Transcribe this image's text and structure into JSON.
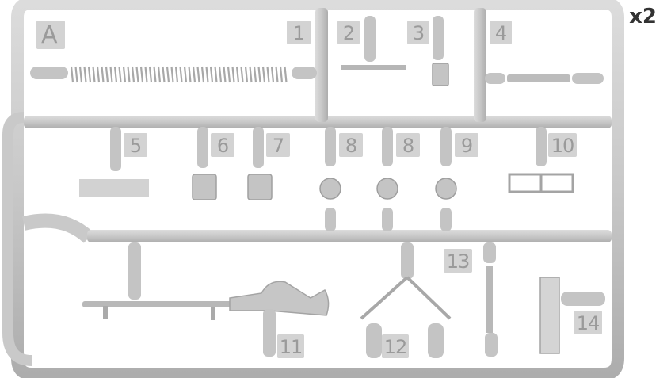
{
  "sprue": {
    "letter": "A",
    "multiplier": "x2",
    "parts": [
      {
        "id": "1",
        "label": "1"
      },
      {
        "id": "2",
        "label": "2"
      },
      {
        "id": "3",
        "label": "3"
      },
      {
        "id": "4",
        "label": "4"
      },
      {
        "id": "5",
        "label": "5"
      },
      {
        "id": "6",
        "label": "6"
      },
      {
        "id": "7",
        "label": "7"
      },
      {
        "id": "8a",
        "label": "8"
      },
      {
        "id": "8b",
        "label": "8"
      },
      {
        "id": "9",
        "label": "9"
      },
      {
        "id": "10",
        "label": "10"
      },
      {
        "id": "11",
        "label": "11"
      },
      {
        "id": "12",
        "label": "12"
      },
      {
        "id": "13",
        "label": "13"
      },
      {
        "id": "14",
        "label": "14"
      }
    ]
  },
  "colors": {
    "plastic": "#c9c9c9",
    "plastic_shadow": "#a9a9a9",
    "label_text": "#9a9a9a",
    "background": "#ffffff"
  }
}
